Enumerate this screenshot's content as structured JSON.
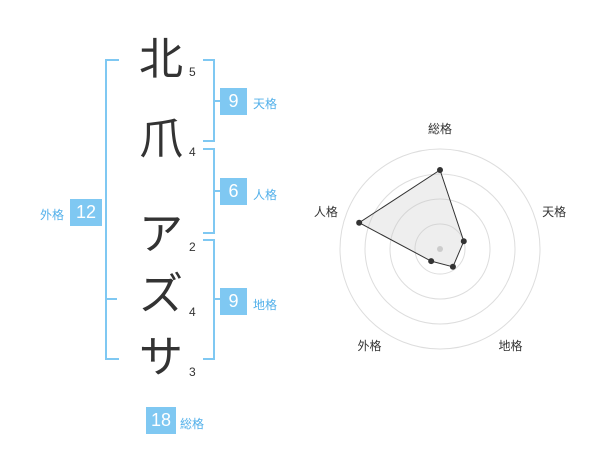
{
  "name": {
    "characters": [
      {
        "char": "北",
        "strokes": "5"
      },
      {
        "char": "爪",
        "strokes": "4"
      },
      {
        "char": "ア",
        "strokes": "2"
      },
      {
        "char": "ズ",
        "strokes": "4"
      },
      {
        "char": "サ",
        "strokes": "3"
      }
    ]
  },
  "fortune": {
    "tenkaku": {
      "value": "9",
      "label": "天格"
    },
    "jinkaku": {
      "value": "6",
      "label": "人格"
    },
    "chikaku": {
      "value": "9",
      "label": "地格"
    },
    "gaikaku": {
      "value": "12",
      "label": "外格"
    },
    "soukaku": {
      "value": "18",
      "label": "総格"
    }
  },
  "radar": {
    "axes": [
      "総格",
      "天格",
      "地格",
      "外格",
      "人格"
    ],
    "values": [
      0.79,
      0.25,
      0.22,
      0.15,
      0.85
    ],
    "max": 1,
    "rings": 4
  },
  "colors": {
    "accent": "#7fc8f2",
    "label": "#52b0ea",
    "text": "#333333"
  }
}
